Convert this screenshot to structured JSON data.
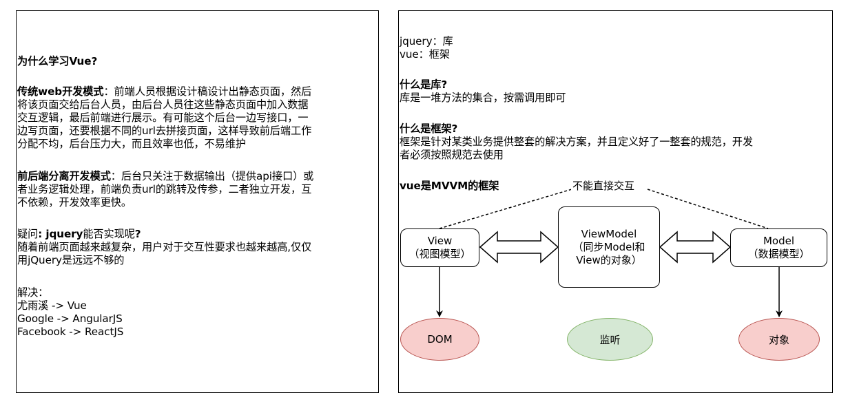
{
  "left_panel": {
    "title": "为什么学习Vue?",
    "trad_heading": "传统web开发模式",
    "trad_lines": [
      "：前端人员根据设计稿设计出静态页面，然后",
      "将该页面交给后台人员，由后台人员往这些静态页面中加入数据",
      "交互逻辑，最后前端进行展示。有可能这个后台一边写接口，一",
      "边写页面，还要根据不同的url去拼接页面，这样导致前后端工作",
      "分配不均，后台压力大，而且效率也低，不易维护"
    ],
    "sep_heading": "前后端分离开发模式",
    "sep_lines": [
      "：后台只关注于数据输出（提供api接口）或",
      "者业务逻辑处理，前端负责url的跳转及传参，二者独立开发，互",
      "不依赖，开发效率更快。"
    ],
    "q_prefix": "疑问",
    "q_bold": ": jquery",
    "q_mid": "能否实现呢",
    "q_mark": "?",
    "q_lines": [
      "随着前端页面越来越复杂，用户对于交互性要求也越来越高,仅仅",
      "用jQuery是远远不够的"
    ],
    "sol_heading": "解决：",
    "sol_lines": [
      "尤雨溪 -> Vue",
      "Google -> AngularJS",
      "Facebook -> ReactJS"
    ]
  },
  "right_panel": {
    "def_lines": [
      "jquery：库",
      "vue：框架"
    ],
    "lib_heading": "什么是库?",
    "lib_text": "库是一堆方法的集合，按需调用即可",
    "fw_heading": "什么是框架?",
    "fw_lines": [
      "框架是针对某类业务提供整套的解决方案，并且定义好了一整套的规范，开发",
      "者必须按照规范去使用"
    ],
    "mvvm_heading": "vue是MVVM的框架"
  },
  "diagram": {
    "dashed_label": "不能直接交互",
    "view": [
      "View",
      "（视图模型）"
    ],
    "viewmodel": [
      "ViewModel",
      "（同步Model和",
      "View的对象）"
    ],
    "model": [
      "Model",
      "（数据模型）"
    ],
    "dom": "DOM",
    "listen": "监听",
    "object": "对象",
    "colors": {
      "red_fill": "#f8cecc",
      "red_stroke": "#b85450",
      "green_fill": "#d5e8d4",
      "green_stroke": "#82b366"
    }
  }
}
